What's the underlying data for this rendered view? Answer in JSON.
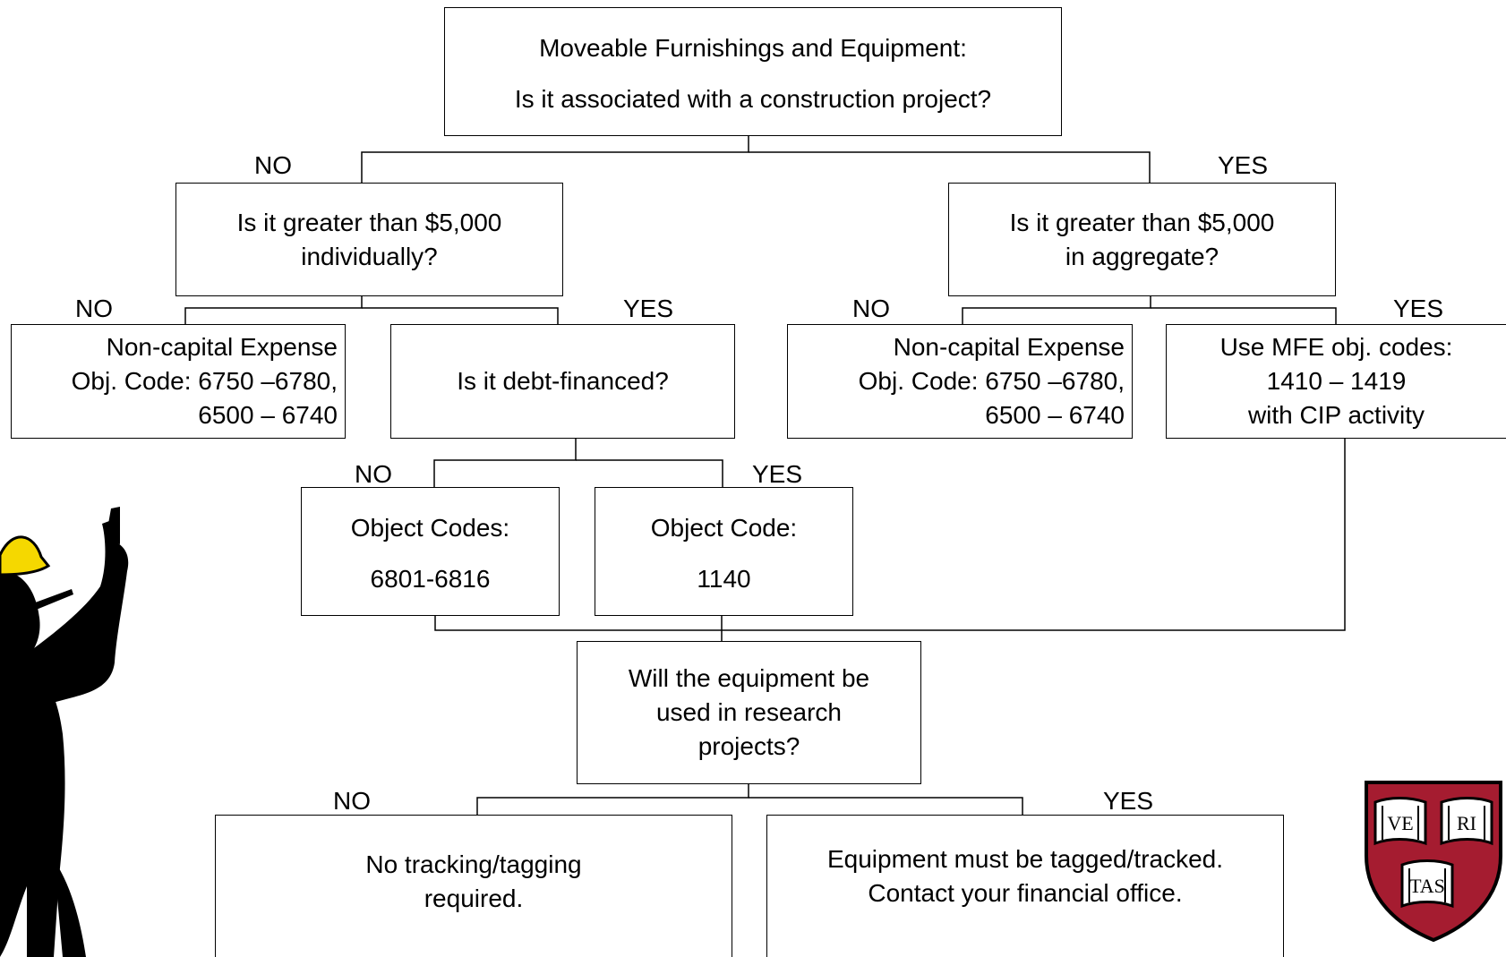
{
  "nodes": {
    "root": {
      "lines": [
        "Moveable Furnishings and Equipment:",
        "Is it associated with a construction project?"
      ]
    },
    "no_branch_q": {
      "lines": [
        "Is it greater than $5,000",
        "individually?"
      ]
    },
    "yes_branch_q": {
      "lines": [
        "Is it greater than $5,000",
        "in aggregate?"
      ]
    },
    "noncap_left": {
      "lines": [
        "Non-capital Expense",
        "Obj. Code: 6750 –6780,",
        "6500 – 6740"
      ]
    },
    "debt_q": {
      "lines": [
        "Is it debt-financed?"
      ]
    },
    "noncap_right": {
      "lines": [
        "Non-capital Expense",
        "Obj. Code: 6750 –6780,",
        "6500 – 6740"
      ]
    },
    "mfe_codes": {
      "lines": [
        "Use MFE obj. codes:",
        "1410 – 1419",
        "with CIP activity"
      ]
    },
    "obj_codes_no": {
      "lines": [
        "Object Codes:",
        "6801-6816"
      ]
    },
    "obj_code_yes": {
      "lines": [
        "Object Code:",
        "1140"
      ]
    },
    "research_q": {
      "lines": [
        "Will the equipment be",
        "used in research",
        "projects?"
      ]
    },
    "no_tracking": {
      "lines": [
        "No tracking/tagging",
        "required."
      ]
    },
    "tagged": {
      "lines": [
        "Equipment must be tagged/tracked.",
        "Contact your financial office."
      ]
    }
  },
  "labels": {
    "root_no": "NO",
    "root_yes": "YES",
    "ind_no": "NO",
    "ind_yes": "YES",
    "agg_no": "NO",
    "agg_yes": "YES",
    "debt_no": "NO",
    "debt_yes": "YES",
    "research_no": "NO",
    "research_yes": "YES"
  },
  "seal": {
    "top_left": "VE",
    "top_right": "RI",
    "bottom": "TAS",
    "color": "#a51c30"
  },
  "colors": {
    "hat": "#f5d800",
    "figure": "#000000",
    "line": "#000000"
  }
}
